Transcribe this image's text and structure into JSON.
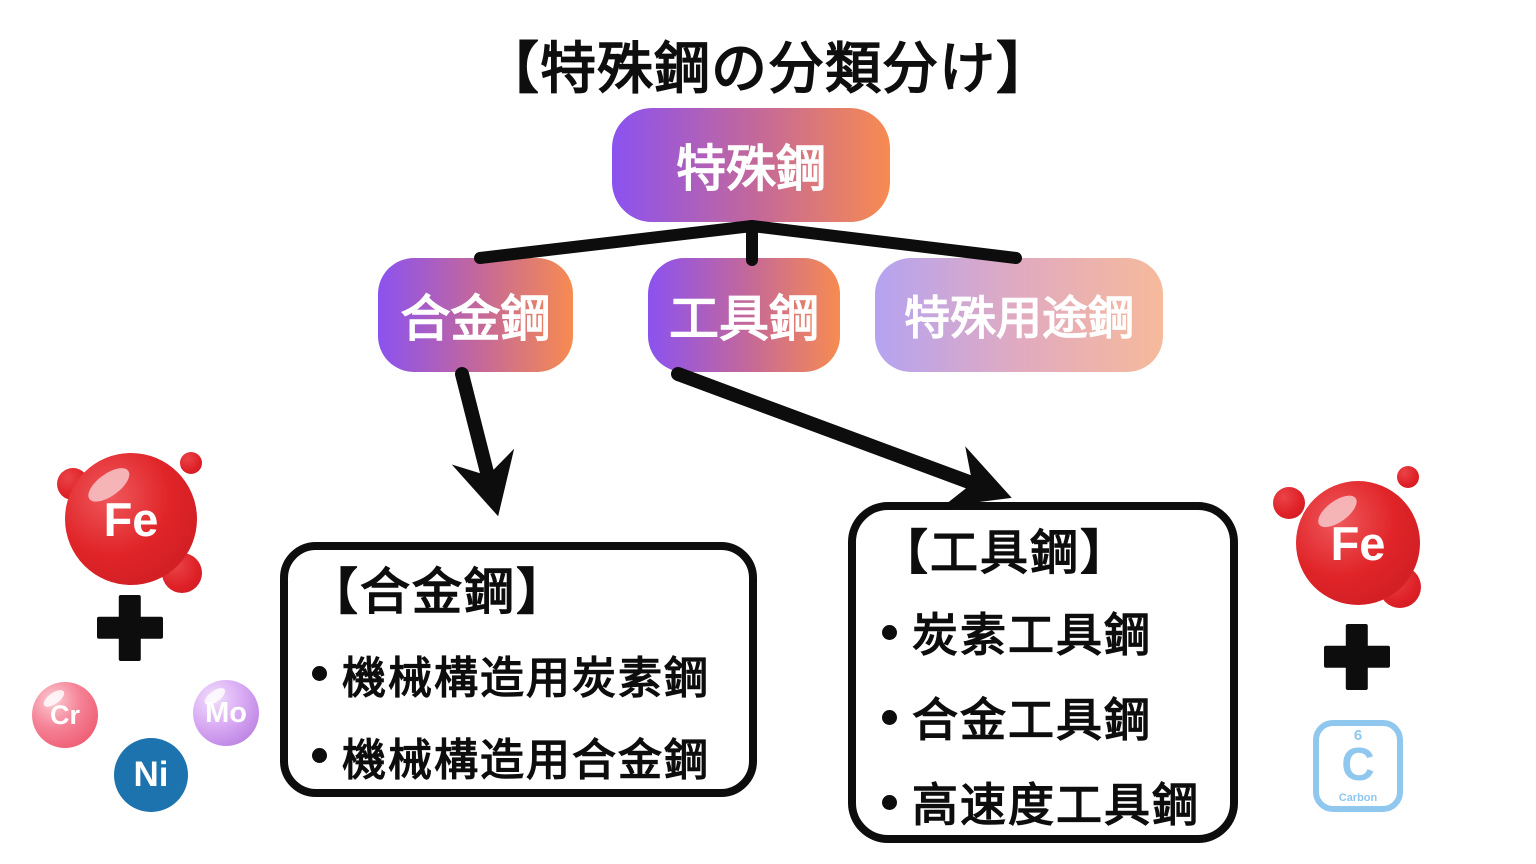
{
  "title": "【特殊鋼の分類分け】",
  "tree": {
    "root": "特殊鋼",
    "children": [
      "合金鋼",
      "工具鋼",
      "特殊用途鋼"
    ]
  },
  "alloy_box": {
    "heading": "【合金鋼】",
    "items": [
      "機械構造用炭素鋼",
      "機械構造用合金鋼"
    ]
  },
  "tool_box": {
    "heading": "【工具鋼】",
    "items": [
      "炭素工具鋼",
      "合金工具鋼",
      "高速度工具鋼"
    ]
  },
  "elements": {
    "iron": "Fe",
    "chromium": "Cr",
    "molybdenum": "Mo",
    "nickel": "Ni",
    "carbon": {
      "atomic_number": "6",
      "symbol": "C",
      "name": "Carbon"
    }
  },
  "colors": {
    "node_gradient_start": "#8b52f0",
    "node_gradient_mid": "#c4689a",
    "node_gradient_end": "#f78b51",
    "pastel_gradient_start": "#b5a3f1",
    "pastel_gradient_end": "#f6ba9b",
    "iron_red": "#e02428",
    "chromium_pink": "#f2697e",
    "molybdenum_purple": "#c084e8",
    "nickel_blue": "#1d73ad",
    "carbon_blue": "#8fc7ef",
    "line_black": "#0d0d0d"
  }
}
